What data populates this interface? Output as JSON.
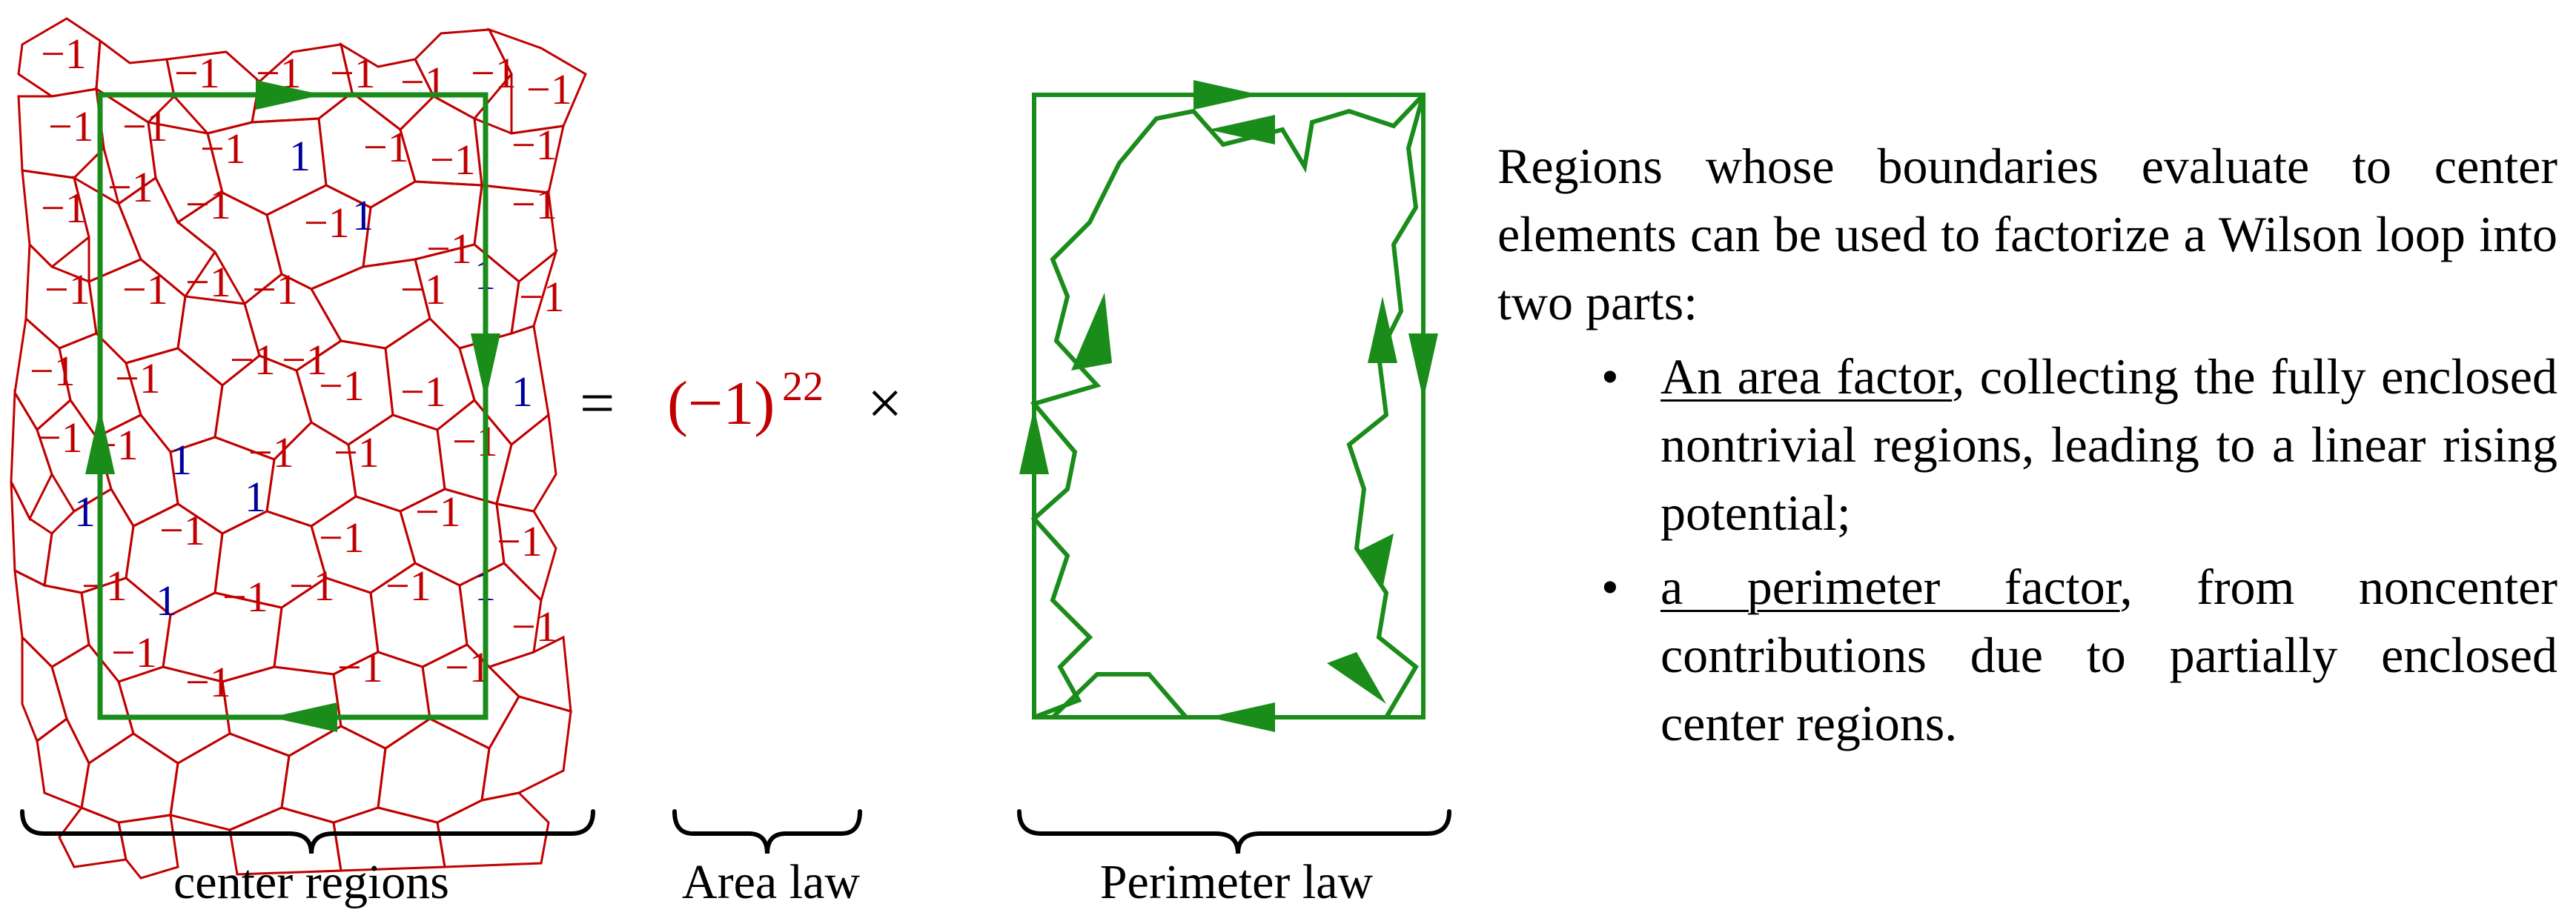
{
  "lhs": {
    "regions": [
      {
        "value": "−1",
        "sign": "neg"
      },
      {
        "value": "−1",
        "sign": "neg"
      },
      {
        "value": "−1",
        "sign": "neg"
      },
      {
        "value": "−1",
        "sign": "neg"
      },
      {
        "value": "−1",
        "sign": "neg"
      },
      {
        "value": "−1",
        "sign": "neg"
      },
      {
        "value": "−1",
        "sign": "neg"
      },
      {
        "value": "−1",
        "sign": "neg"
      },
      {
        "value": "−1",
        "sign": "neg"
      },
      {
        "value": "−1",
        "sign": "neg"
      },
      {
        "value": "1",
        "sign": "pos"
      },
      {
        "value": "−1",
        "sign": "neg"
      },
      {
        "value": "−1",
        "sign": "neg"
      },
      {
        "value": "−1",
        "sign": "neg"
      },
      {
        "value": "−1",
        "sign": "neg"
      },
      {
        "value": "−1",
        "sign": "neg"
      },
      {
        "value": "−1",
        "sign": "neg"
      },
      {
        "value": "−1",
        "sign": "neg"
      },
      {
        "value": "1",
        "sign": "pos"
      },
      {
        "value": "−1",
        "sign": "neg"
      },
      {
        "value": "−1",
        "sign": "neg"
      },
      {
        "value": "−1",
        "sign": "neg"
      },
      {
        "value": "−1",
        "sign": "neg"
      },
      {
        "value": "−1",
        "sign": "neg"
      },
      {
        "value": "−1",
        "sign": "neg"
      },
      {
        "value": "−1",
        "sign": "neg"
      },
      {
        "value": "1",
        "sign": "pos"
      },
      {
        "value": "−1",
        "sign": "neg"
      },
      {
        "value": "−1",
        "sign": "neg"
      },
      {
        "value": "−1",
        "sign": "neg"
      },
      {
        "value": "−1",
        "sign": "neg"
      },
      {
        "value": "−1",
        "sign": "neg"
      },
      {
        "value": "−1",
        "sign": "neg"
      },
      {
        "value": "−1",
        "sign": "neg"
      },
      {
        "value": "1",
        "sign": "pos"
      },
      {
        "value": "−1",
        "sign": "neg"
      },
      {
        "value": "−1",
        "sign": "neg"
      },
      {
        "value": "1",
        "sign": "pos"
      },
      {
        "value": "−1",
        "sign": "neg"
      },
      {
        "value": "−1",
        "sign": "neg"
      },
      {
        "value": "−1",
        "sign": "neg"
      },
      {
        "value": "1",
        "sign": "pos"
      },
      {
        "value": "−1",
        "sign": "neg"
      },
      {
        "value": "1",
        "sign": "pos"
      },
      {
        "value": "−1",
        "sign": "neg"
      },
      {
        "value": "−1",
        "sign": "neg"
      },
      {
        "value": "−1",
        "sign": "neg"
      },
      {
        "value": "−1",
        "sign": "neg"
      },
      {
        "value": "1",
        "sign": "pos"
      },
      {
        "value": "−1",
        "sign": "neg"
      },
      {
        "value": "−1",
        "sign": "neg"
      },
      {
        "value": "−1",
        "sign": "neg"
      },
      {
        "value": "1",
        "sign": "pos"
      },
      {
        "value": "−1",
        "sign": "neg"
      },
      {
        "value": "−1",
        "sign": "neg"
      },
      {
        "value": "−1",
        "sign": "neg"
      },
      {
        "value": "−1",
        "sign": "neg"
      },
      {
        "value": "−1",
        "sign": "neg"
      }
    ]
  },
  "equation": {
    "equals": "=",
    "factor_base": "(−1)",
    "factor_exponent": "22",
    "times": "×"
  },
  "braces": {
    "center_regions": "center regions",
    "area_law": "Area law",
    "perimeter_law": "Perimeter law"
  },
  "explanation": {
    "intro": "Regions whose boundaries evaluate to center elements can be used to factorize a Wilson loop into two parts:",
    "bullet_symbol": "•",
    "items": [
      {
        "term": "An area factor",
        "rest": ", collecting the fully enclosed nontrivial regions, leading to a linear rising potential;"
      },
      {
        "term": "a perimeter factor",
        "rest": ", from noncenter contributions due to partially enclosed center regions."
      }
    ]
  },
  "colors": {
    "region_edge": "#c00000",
    "negative_label": "#c00000",
    "positive_label": "#00009a",
    "wilson_loop": "#1a8c1a"
  }
}
